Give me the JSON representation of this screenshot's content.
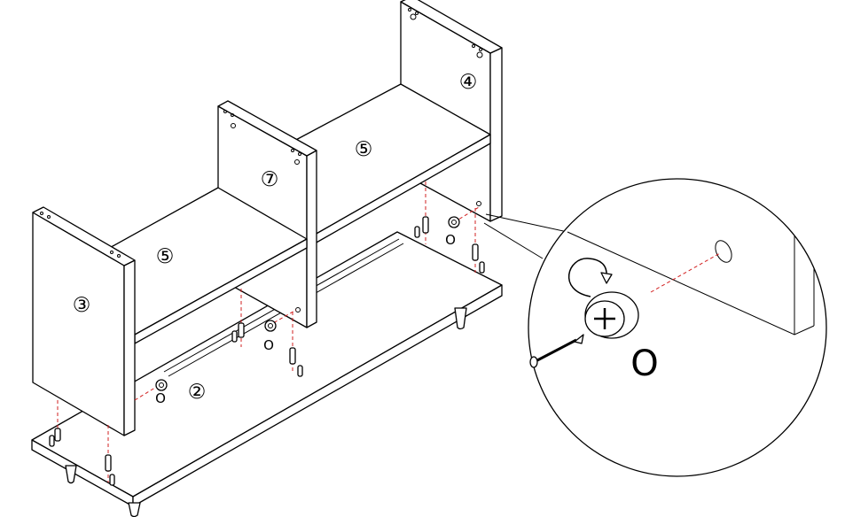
{
  "parts": {
    "side_left": "③",
    "side_right": "④",
    "divider": "⑦",
    "shelf_left": "⑤",
    "shelf_right": "⑤",
    "base": "②"
  },
  "fittings": {
    "cam_lock": "O"
  },
  "detail": {
    "cam_lock_label": "O"
  }
}
